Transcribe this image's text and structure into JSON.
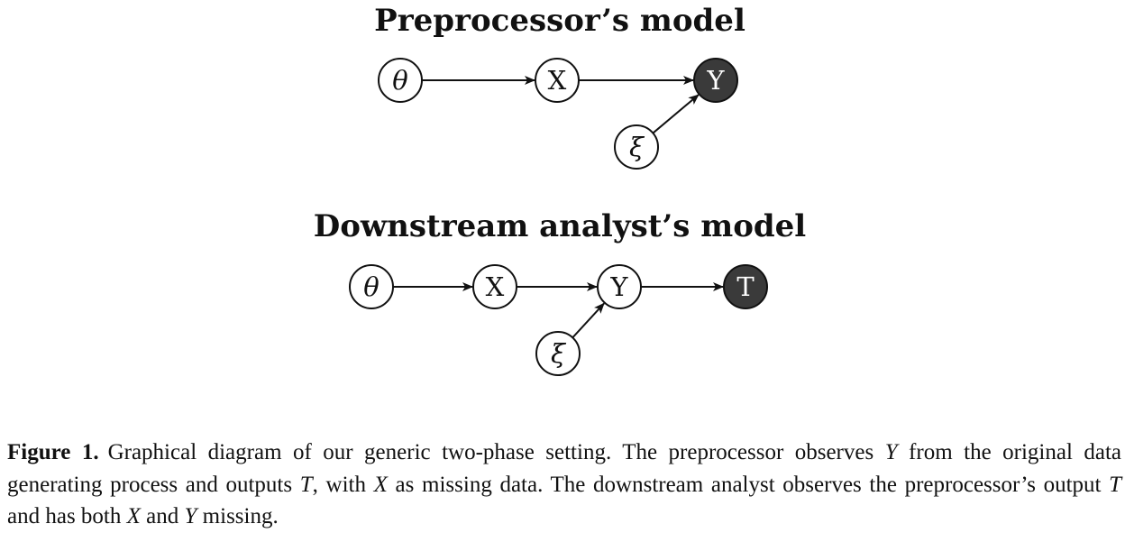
{
  "diagrams": [
    {
      "id": "preprocessor",
      "title": "Preprocessor’s model",
      "nodes": [
        {
          "id": "theta",
          "label": "θ",
          "observed": false
        },
        {
          "id": "X",
          "label": "X",
          "observed": false
        },
        {
          "id": "Y",
          "label": "Y",
          "observed": true
        },
        {
          "id": "xi",
          "label": "ξ",
          "observed": false
        }
      ],
      "edges": [
        [
          "theta",
          "X"
        ],
        [
          "X",
          "Y"
        ],
        [
          "xi",
          "Y"
        ]
      ]
    },
    {
      "id": "analyst",
      "title": "Downstream analyst’s model",
      "nodes": [
        {
          "id": "theta",
          "label": "θ",
          "observed": false
        },
        {
          "id": "X",
          "label": "X",
          "observed": false
        },
        {
          "id": "Y",
          "label": "Y",
          "observed": false
        },
        {
          "id": "T",
          "label": "T",
          "observed": true
        },
        {
          "id": "xi",
          "label": "ξ",
          "observed": false
        }
      ],
      "edges": [
        [
          "theta",
          "X"
        ],
        [
          "X",
          "Y"
        ],
        [
          "Y",
          "T"
        ],
        [
          "xi",
          "Y"
        ]
      ]
    }
  ],
  "colors": {
    "observed_fill": "#3a3a3a",
    "latent_fill": "#ffffff",
    "ink": "#111111"
  },
  "caption": {
    "label": "Figure 1.",
    "p1": "Graphical diagram of our generic two-phase setting. The preprocessor observes ",
    "v1": "Y",
    "p2": " from the original data generating process and outputs ",
    "v2": "T",
    "p3": ", with ",
    "v3": "X",
    "p4": " as missing data. The downstream analyst observes the preprocessor’s output ",
    "v4": "T",
    "p5": " and has both ",
    "v5": "X",
    "p6": " and ",
    "v6": "Y",
    "p7": " missing."
  }
}
